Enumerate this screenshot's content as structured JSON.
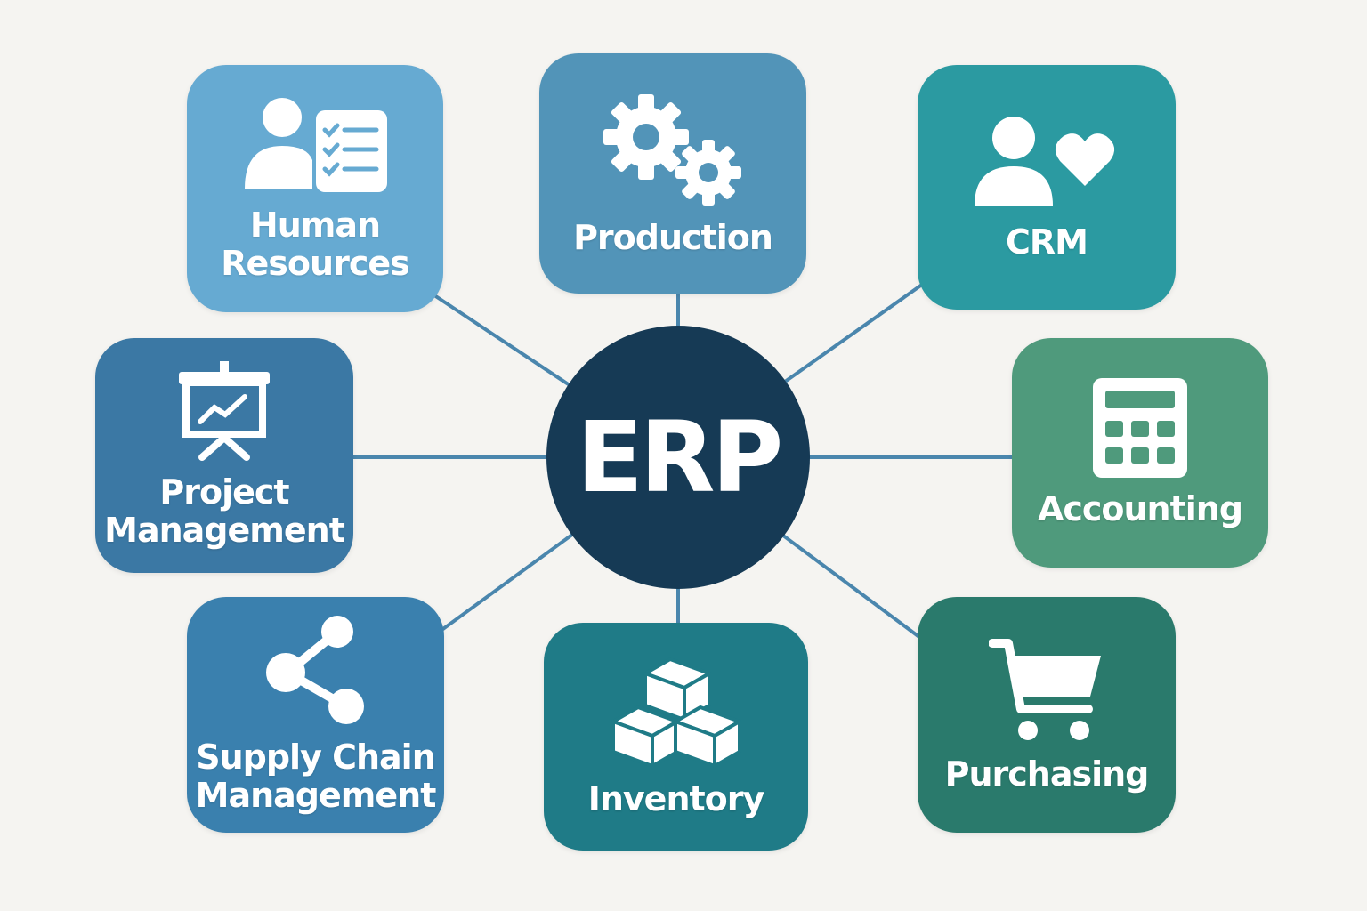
{
  "center": {
    "label": "ERP",
    "color": "#163a55"
  },
  "line_color": "#4a86ad",
  "modules": [
    {
      "label_lines": [
        "Human",
        "Resources"
      ],
      "icon": "user-checklist-icon",
      "color": "#66aad2"
    },
    {
      "label_lines": [
        "Production"
      ],
      "icon": "gears-icon",
      "color": "#5294b8"
    },
    {
      "label_lines": [
        "CRM"
      ],
      "icon": "user-heart-icon",
      "color": "#2b9aa1"
    },
    {
      "label_lines": [
        "Project",
        "Management"
      ],
      "icon": "presentation-chart-icon",
      "color": "#3b78a4"
    },
    {
      "label_lines": [
        "Accounting"
      ],
      "icon": "calculator-icon",
      "color": "#4f9a7c"
    },
    {
      "label_lines": [
        "Supply Chain",
        "Management"
      ],
      "icon": "share-nodes-icon",
      "color": "#3a80ae"
    },
    {
      "label_lines": [
        "Inventory"
      ],
      "icon": "boxes-icon",
      "color": "#1f7b87"
    },
    {
      "label_lines": [
        "Purchasing"
      ],
      "icon": "shopping-cart-icon",
      "color": "#2a7a6c"
    }
  ]
}
